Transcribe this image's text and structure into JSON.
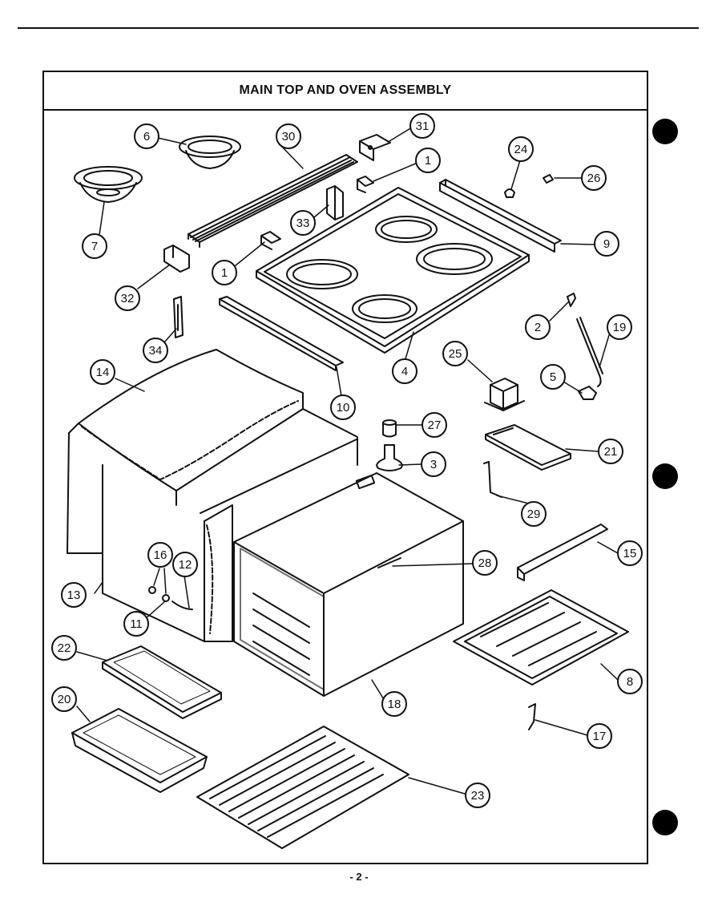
{
  "page": {
    "title": "MAIN TOP AND OVEN ASSEMBLY",
    "page_number": "- 2 -"
  },
  "callouts": {
    "c1a": "1",
    "c1b": "1",
    "c2": "2",
    "c3": "3",
    "c4": "4",
    "c5": "5",
    "c6": "6",
    "c7": "7",
    "c8": "8",
    "c9": "9",
    "c10": "10",
    "c11": "11",
    "c12": "12",
    "c13": "13",
    "c14": "14",
    "c15": "15",
    "c16": "16",
    "c17": "17",
    "c18": "18",
    "c19": "19",
    "c20": "20",
    "c21": "21",
    "c22": "22",
    "c23": "23",
    "c24": "24",
    "c25": "25",
    "c26": "26",
    "c27": "27",
    "c28": "28",
    "c29": "29",
    "c30": "30",
    "c31": "31",
    "c32": "32",
    "c33": "33",
    "c34": "34"
  }
}
